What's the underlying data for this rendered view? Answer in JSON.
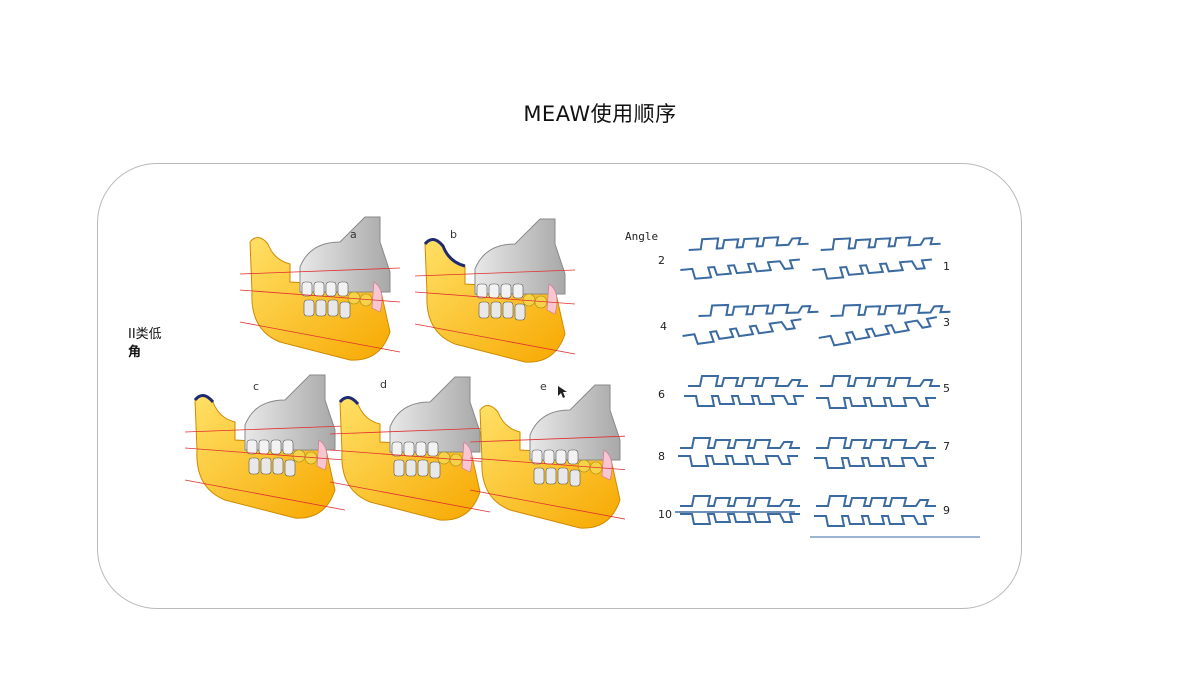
{
  "slide": {
    "title": "MEAW使用顺序",
    "side_label_line1": "II类低",
    "side_label_line2": "角"
  },
  "jaw_figure": {
    "panels": [
      "a",
      "b",
      "c",
      "d",
      "e"
    ],
    "colors": {
      "bone": "#f7b500",
      "bone_light": "#ffe066",
      "skull": "#c9c9c9",
      "outline": "#1f2a70",
      "guide": "#e03030",
      "tooth": "#f2f2f2",
      "crown": "#f5d24a"
    }
  },
  "wire_figure": {
    "heading": "Angle",
    "left_numbers": [
      "2",
      "4",
      "6",
      "8",
      "10"
    ],
    "right_numbers": [
      "1",
      "3",
      "5",
      "7",
      "9"
    ],
    "wire_color": "#3a6aa0"
  }
}
